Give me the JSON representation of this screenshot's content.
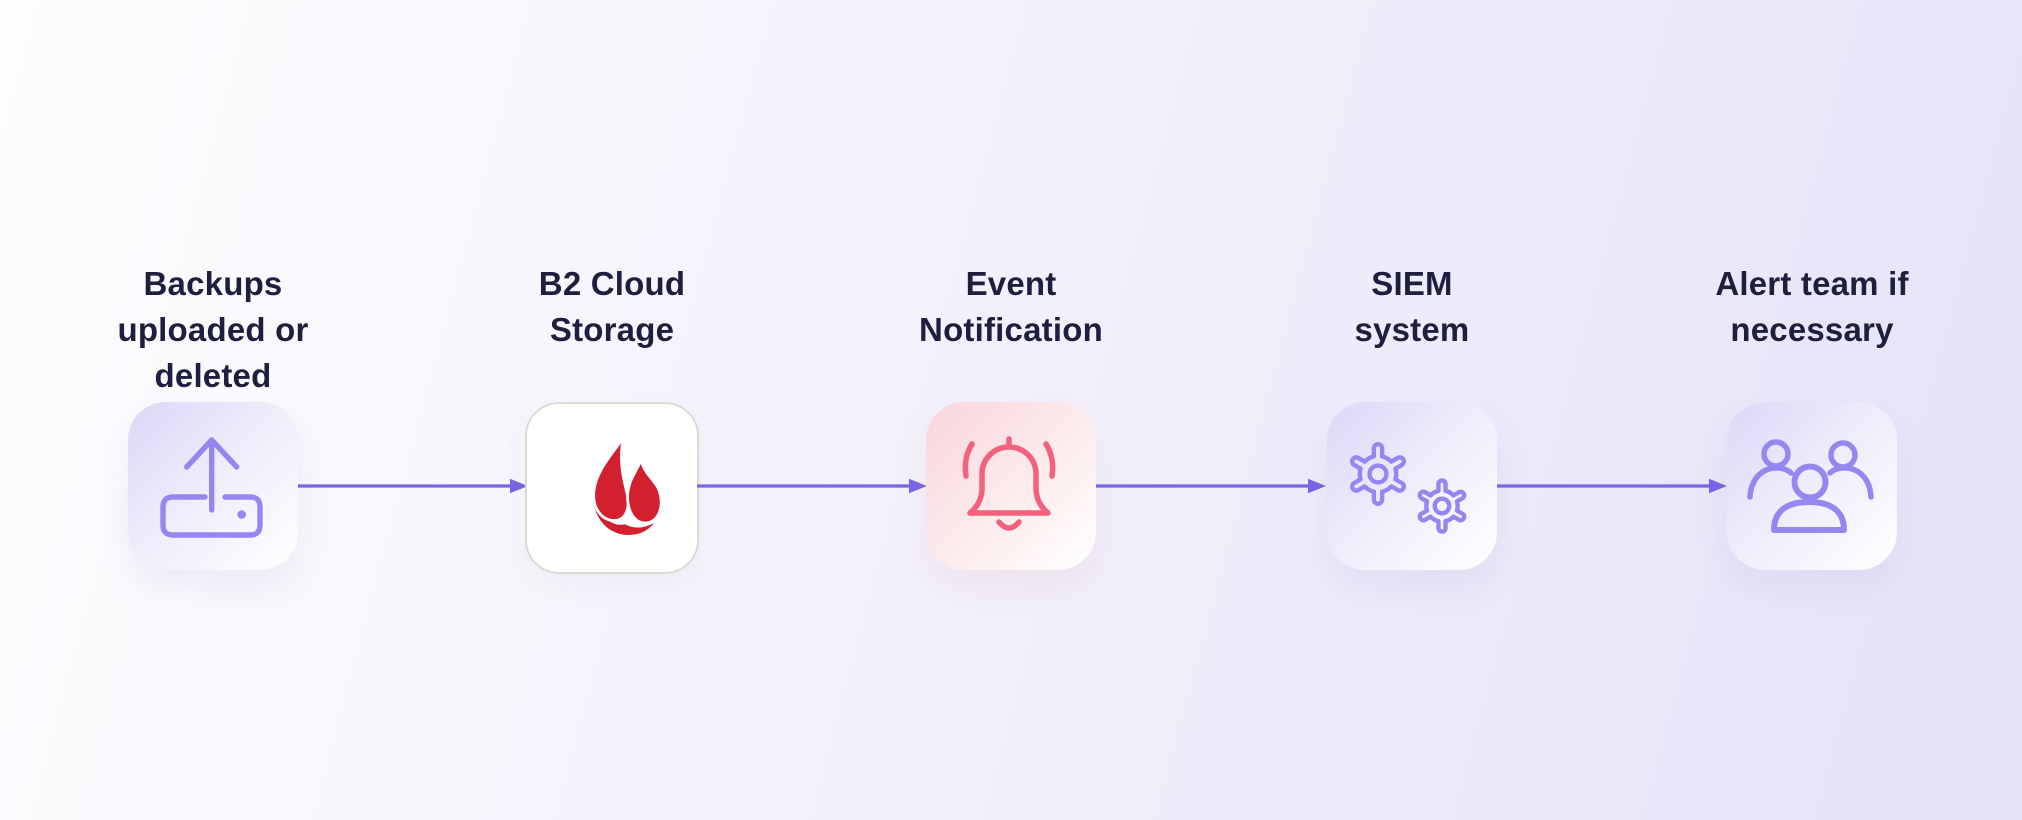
{
  "diagram": {
    "description": "Event notification flow from backups to team alert",
    "background_gradient": {
      "from": "#fdfdfe",
      "to": "#e5e2f8"
    },
    "title_color": "#1e1e3e",
    "arrow_color": "#7b64e4",
    "steps": [
      {
        "title": "Backups uploaded or deleted",
        "title_lines": [
          "Backups",
          "uploaded or",
          "deleted"
        ],
        "icon": "upload-icon",
        "icon_color": "#9488f0",
        "card_style": "purple-gradient"
      },
      {
        "title": "B2 Cloud Storage",
        "title_lines": [
          "B2 Cloud",
          "Storage"
        ],
        "icon": "backblaze-flame-icon",
        "icon_color": "#d2202f",
        "card_style": "white-bordered",
        "card_border_color": "#ded9d1"
      },
      {
        "title": "Event Notification",
        "title_lines": [
          "Event",
          "Notification"
        ],
        "icon": "bell-icon",
        "icon_color": "#f4617d",
        "card_style": "pink-gradient"
      },
      {
        "title": "SIEM system",
        "title_lines": [
          "SIEM",
          "system"
        ],
        "icon": "gears-icon",
        "icon_color": "#9488f0",
        "card_style": "purple-gradient"
      },
      {
        "title": "Alert team if necessary",
        "title_lines": [
          "Alert team if",
          "necessary"
        ],
        "icon": "team-icon",
        "icon_color": "#9488f0",
        "card_style": "purple-gradient"
      }
    ]
  }
}
